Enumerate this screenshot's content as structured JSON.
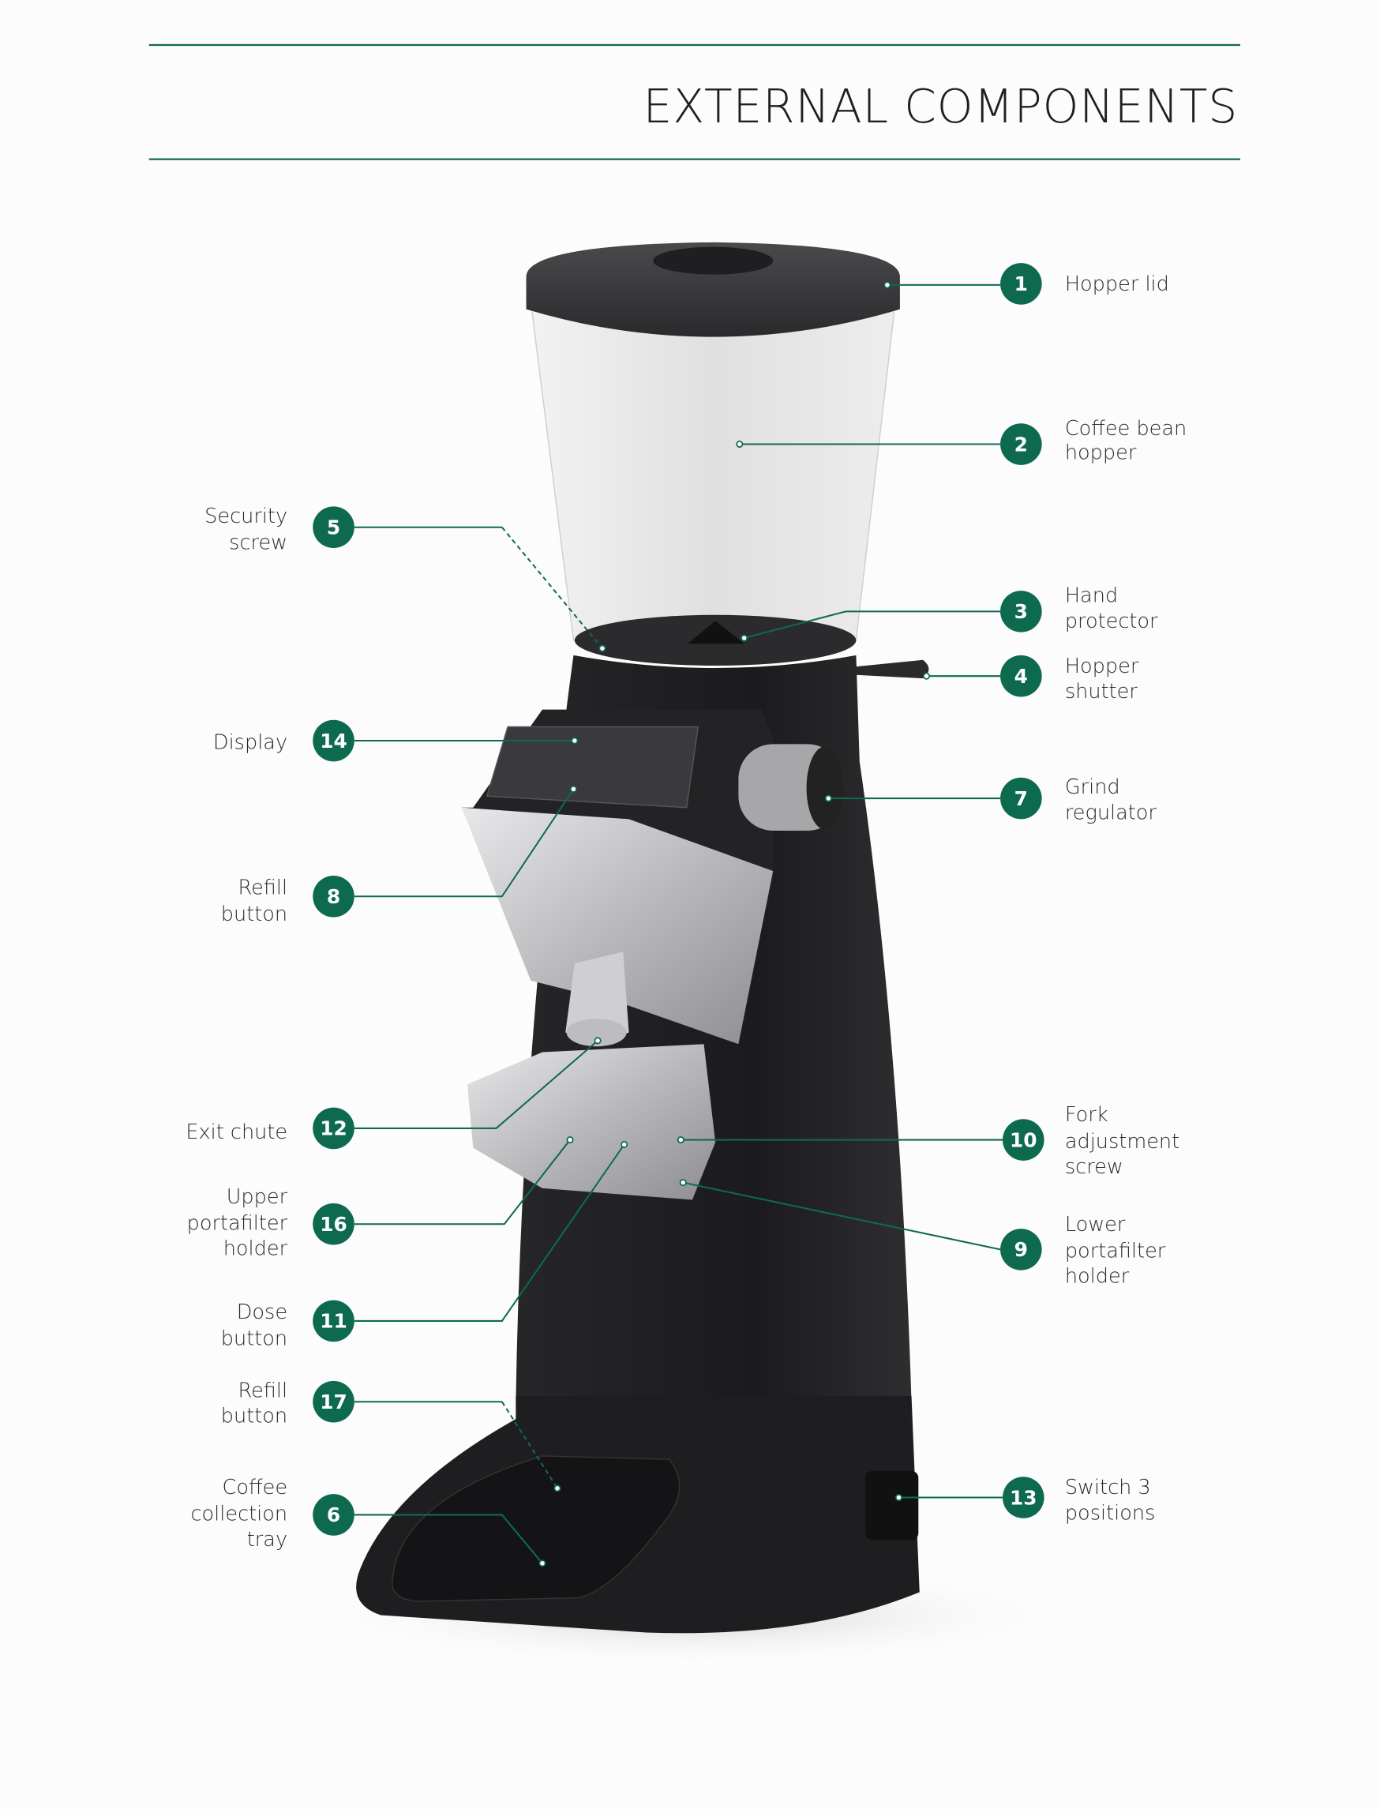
{
  "header": {
    "title": "EXTERNAL COMPONENTS"
  },
  "colors": {
    "accent": "#0e6a4f",
    "body": "#1d1d1f",
    "text": "#2a2a2a"
  },
  "callouts": [
    {
      "number": "1",
      "lines": [
        "Hopper lid"
      ]
    },
    {
      "number": "2",
      "lines": [
        "Coffee bean",
        "hopper"
      ]
    },
    {
      "number": "3",
      "lines": [
        "Hand",
        "protector"
      ]
    },
    {
      "number": "4",
      "lines": [
        "Hopper",
        "shutter"
      ]
    },
    {
      "number": "5",
      "lines": [
        "Security",
        "screw"
      ]
    },
    {
      "number": "6",
      "lines": [
        "Coffee",
        "collection",
        "tray"
      ]
    },
    {
      "number": "7",
      "lines": [
        "Grind",
        "regulator"
      ]
    },
    {
      "number": "8",
      "lines": [
        "Refill",
        "button"
      ]
    },
    {
      "number": "9",
      "lines": [
        "Lower",
        "portafilter",
        "holder"
      ]
    },
    {
      "number": "10",
      "lines": [
        "Fork",
        "adjustment",
        "screw"
      ]
    },
    {
      "number": "11",
      "lines": [
        "Dose",
        "button"
      ]
    },
    {
      "number": "12",
      "lines": [
        "Exit chute"
      ]
    },
    {
      "number": "13",
      "lines": [
        "Switch 3",
        "positions"
      ]
    },
    {
      "number": "14",
      "lines": [
        "Display"
      ]
    },
    {
      "number": "16",
      "lines": [
        "Upper",
        "portafilter",
        "holder"
      ]
    },
    {
      "number": "17",
      "lines": [
        "Refill",
        "button"
      ]
    }
  ]
}
